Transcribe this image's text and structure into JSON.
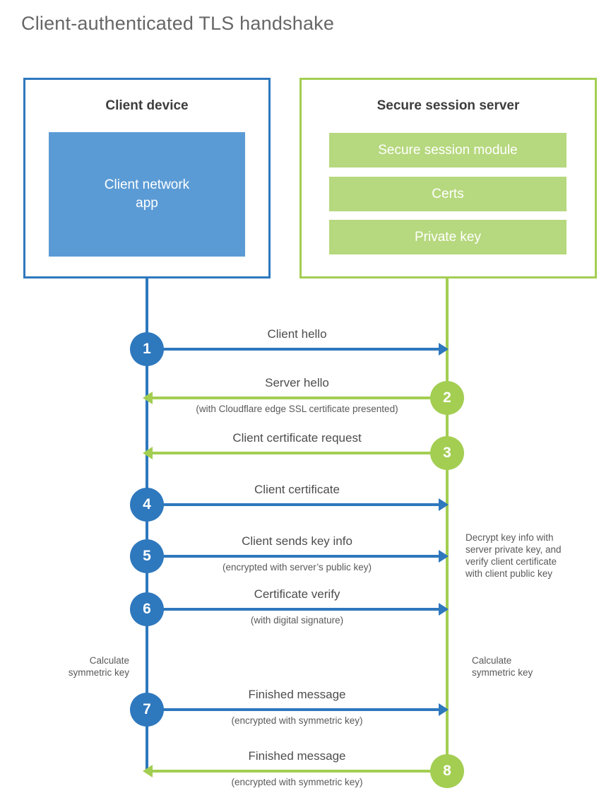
{
  "title": "Client-authenticated TLS handshake",
  "colors": {
    "blue": "#2e78be",
    "blue_light": "#5b9bd5",
    "green": "#a3ce52",
    "green_light": "#b6d87e"
  },
  "client_box": {
    "title": "Client device",
    "app_label": "Client network\napp"
  },
  "server_box": {
    "title": "Secure session server",
    "modules": {
      "0": "Secure session module",
      "1": "Certs",
      "2": "Private key"
    }
  },
  "steps": {
    "0": {
      "num": "1",
      "direction": "client-to-server",
      "label": "Client hello",
      "sublabel": ""
    },
    "1": {
      "num": "2",
      "direction": "server-to-client",
      "label": "Server hello",
      "sublabel": "(with Cloudflare edge SSL certificate presented)"
    },
    "2": {
      "num": "3",
      "direction": "server-to-client",
      "label": "Client certificate request",
      "sublabel": ""
    },
    "3": {
      "num": "4",
      "direction": "client-to-server",
      "label": "Client certificate",
      "sublabel": ""
    },
    "4": {
      "num": "5",
      "direction": "client-to-server",
      "label": "Client sends key info",
      "sublabel": "(encrypted with server’s public key)"
    },
    "5": {
      "num": "6",
      "direction": "client-to-server",
      "label": "Certificate verify",
      "sublabel": "(with digital signature)"
    },
    "6": {
      "num": "7",
      "direction": "client-to-server",
      "label": "Finished message",
      "sublabel": "(encrypted with symmetric key)"
    },
    "7": {
      "num": "8",
      "direction": "server-to-client",
      "label": "Finished message",
      "sublabel": "(encrypted with symmetric key)"
    }
  },
  "annotations": {
    "calculate_left": "Calculate\nsymmetric key",
    "calculate_right": "Calculate\nsymmetric key",
    "decrypt_note": "Decrypt key info with\nserver private key, and\nverify client certificate\nwith client public key"
  }
}
